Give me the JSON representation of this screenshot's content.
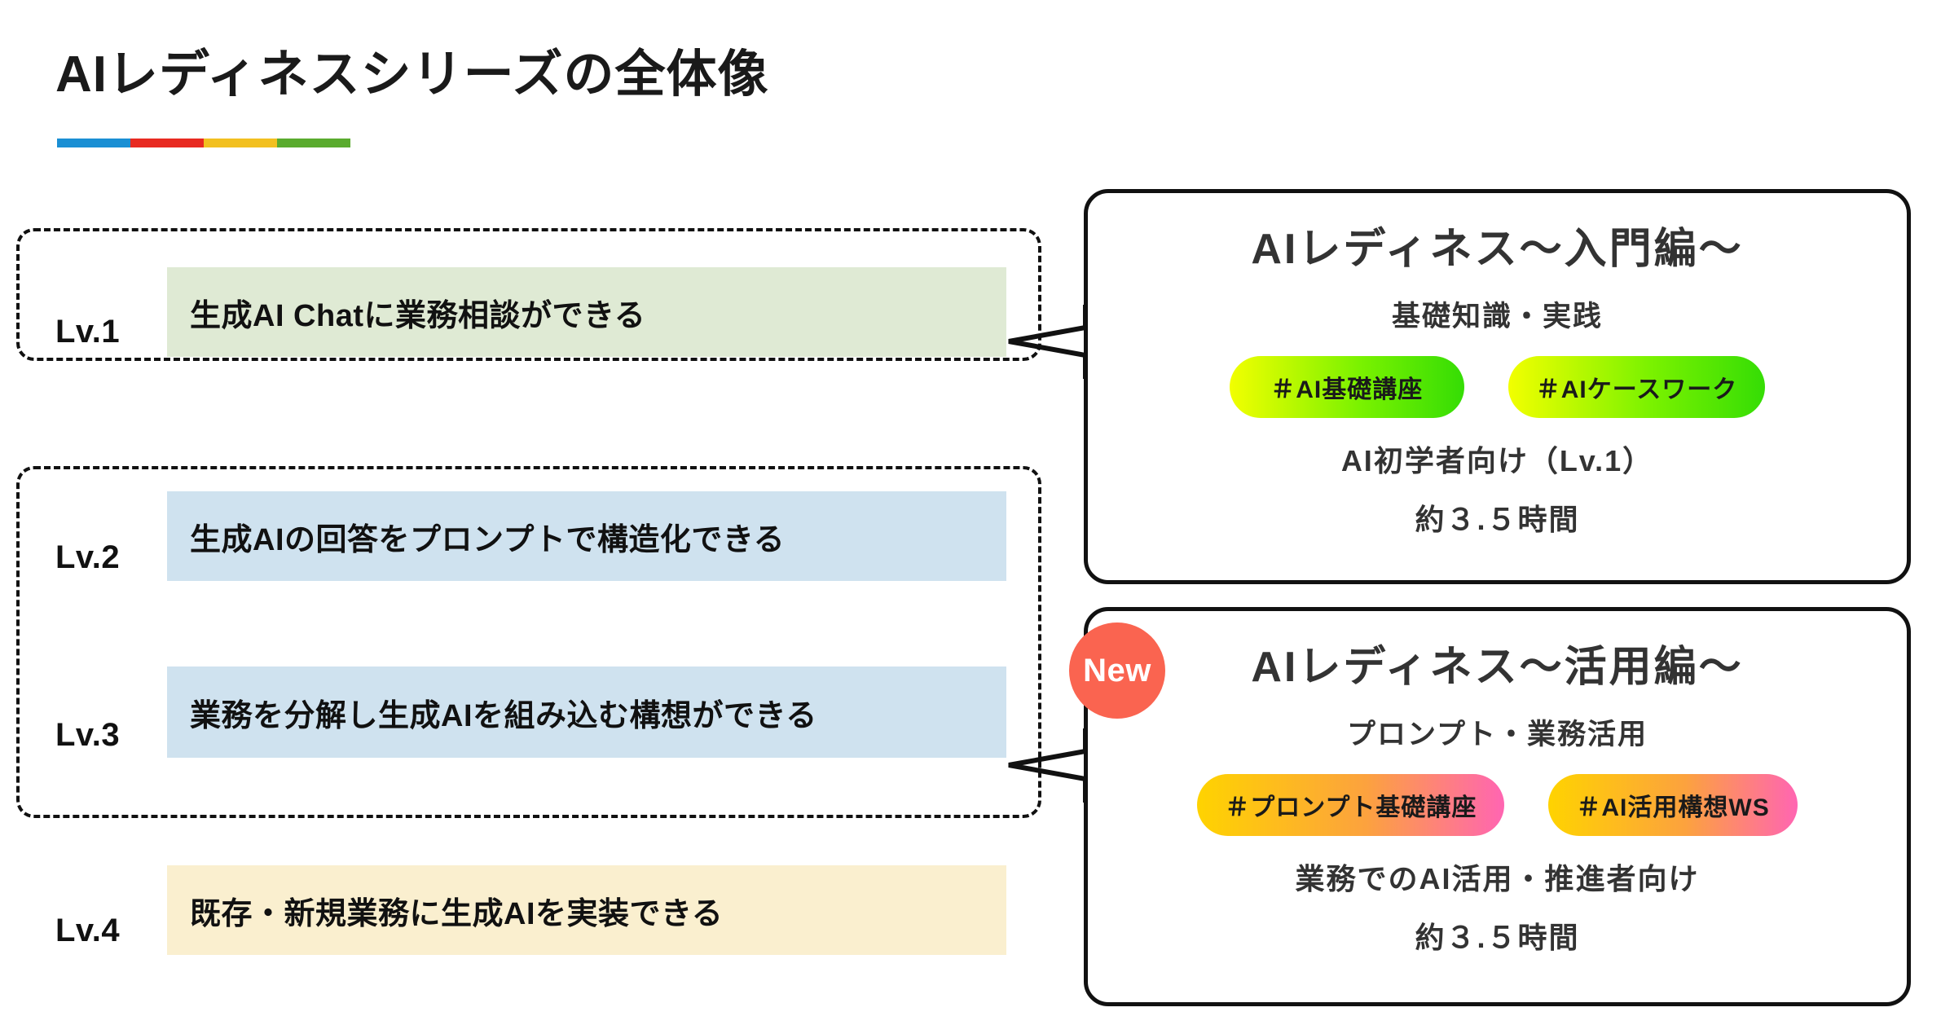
{
  "header": {
    "title": "AIレディネスシリーズの全体像",
    "accent_colors": [
      "#1A8FD4",
      "#E82A21",
      "#F2C020",
      "#5AAB2E"
    ]
  },
  "ladder": {
    "levels": [
      {
        "label": "Lv.1",
        "text": "生成AI Chatに業務相談ができる",
        "band_color": "#DFEAD4"
      },
      {
        "label": "Lv.2",
        "text": "生成AIの回答をプロンプトで構造化できる",
        "band_color": "#CFE2EF"
      },
      {
        "label": "Lv.3",
        "text": "業務を分解し生成AIを組み込む構想ができる",
        "band_color": "#CFE2EF"
      },
      {
        "label": "Lv.4",
        "text": "既存・新規業務に生成AIを実装できる",
        "band_color": "#FAEFCF"
      }
    ]
  },
  "cards": [
    {
      "title": "AIレディネス〜入門編〜",
      "subtitle": "基礎知識・実践",
      "pills": [
        "＃AI基礎講座",
        "＃AIケースワーク"
      ],
      "audience": "AI初学者向け（Lv.1）",
      "duration": "約３.５時間"
    },
    {
      "badge": "New",
      "badge_color": "#FA6450",
      "title": "AIレディネス〜活用編〜",
      "subtitle": "プロンプト・業務活用",
      "pills": [
        "＃プロンプト基礎講座",
        "＃AI活用構想WS"
      ],
      "audience": "業務でのAI活用・推進者向け",
      "duration": "約３.５時間"
    }
  ]
}
